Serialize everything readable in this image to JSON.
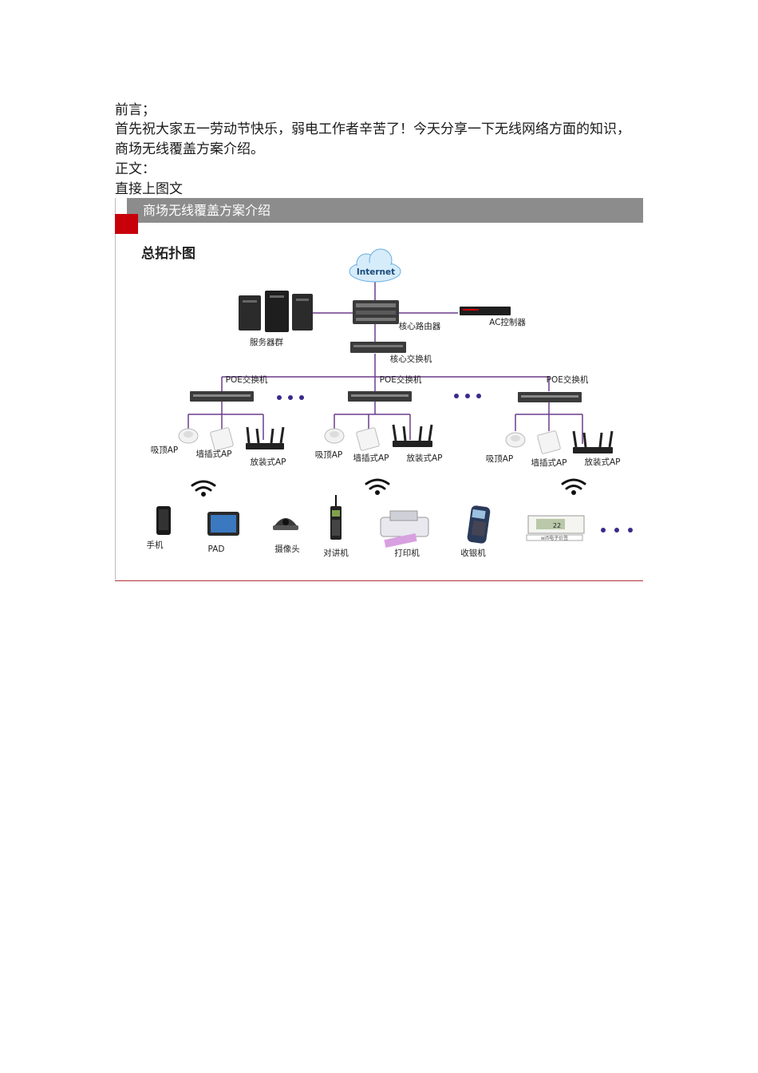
{
  "text": {
    "intro_label": "前言；",
    "intro": "首先祝大家五一劳动节快乐，弱电工作者辛苦了！今天分享一下无线网络方面的知识，商场无线覆盖方案介绍。",
    "body_label": "正文：",
    "body": "直接上图文"
  },
  "figure": {
    "header_title": "商场无线覆盖方案介绍",
    "subtitle": "总拓扑图",
    "labels": {
      "internet": "Internet",
      "server_cluster": "服务器群",
      "core_router": "核心路由器",
      "ac_controller": "AC控制器",
      "core_switch": "核心交换机",
      "poe_switch": "POE交换机",
      "ceiling_ap": "吸顶AP",
      "wall_ap": "墙插式AP",
      "desktop_ap": "放装式AP",
      "phone": "手机",
      "pad": "PAD",
      "camera": "摄像头",
      "walkie_talkie": "对讲机",
      "printer": "打印机",
      "cashier": "收银机",
      "price_tag_text": "wifi电子价签",
      "price_tag_display": "22"
    },
    "colors": {
      "link": "#6a3c8c",
      "header_bg": "#8c8c8c",
      "accent_red": "#c8000a",
      "dots": "#3a2a8a"
    }
  }
}
